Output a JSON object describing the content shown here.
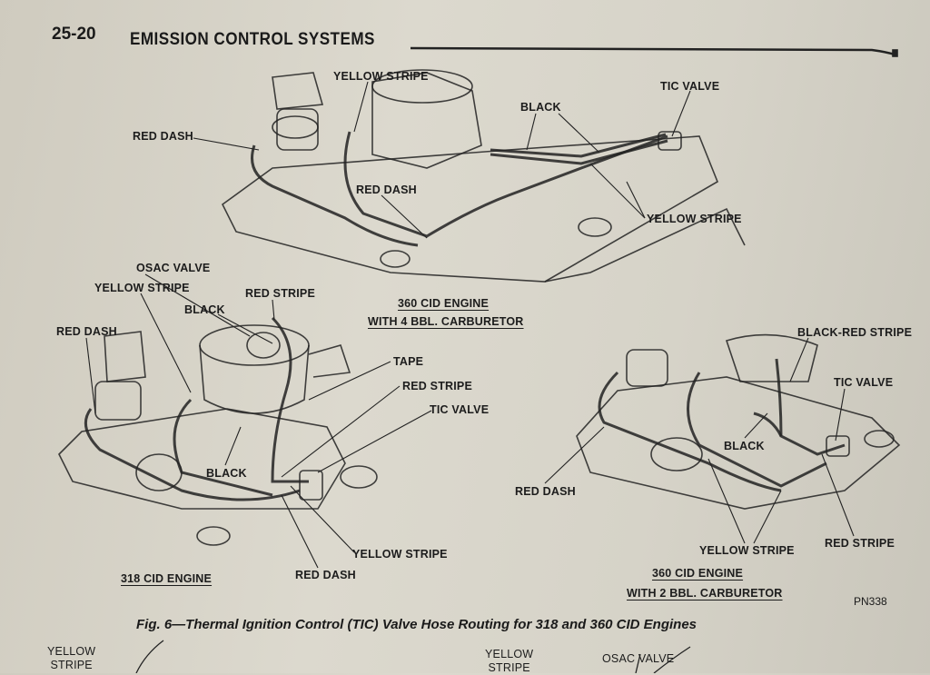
{
  "header": {
    "page_number": "25-20",
    "section_title": "EMISSION CONTROL SYSTEMS"
  },
  "figure_top": {
    "title_line1": "360 CID ENGINE",
    "title_line2": "WITH 4 BBL. CARBURETOR",
    "labels": {
      "yellow_stripe_1": "YELLOW STRIPE",
      "tic_valve": "TIC VALVE",
      "black": "BLACK",
      "red_dash_1": "RED DASH",
      "red_dash_2": "RED DASH",
      "yellow_stripe_2": "YELLOW STRIPE"
    }
  },
  "figure_left": {
    "title": "318 CID ENGINE",
    "labels": {
      "osac_valve": "OSAC VALVE",
      "yellow_stripe_1": "YELLOW STRIPE",
      "red_stripe_1": "RED STRIPE",
      "black_1": "BLACK",
      "red_dash_1": "RED DASH",
      "tape": "TAPE",
      "red_stripe_2": "RED STRIPE",
      "tic_valve": "TIC VALVE",
      "black_2": "BLACK",
      "yellow_stripe_2": "YELLOW STRIPE",
      "red_dash_2": "RED DASH"
    }
  },
  "figure_right": {
    "title_line1": "360 CID ENGINE",
    "title_line2": "WITH 2 BBL. CARBURETOR",
    "labels": {
      "black_red_stripe": "BLACK-RED STRIPE",
      "tic_valve": "TIC VALVE",
      "black": "BLACK",
      "red_dash": "RED DASH",
      "yellow_stripe": "YELLOW STRIPE",
      "red_stripe": "RED STRIPE"
    }
  },
  "part_number": "PN338",
  "caption": "Fig. 6—Thermal Ignition Control (TIC) Valve Hose Routing for 318 and 360 CID Engines",
  "next_figure": {
    "yellow_1a": "YELLOW",
    "yellow_1b": "STRIPE",
    "yellow_2a": "YELLOW",
    "yellow_2b": "STRIPE",
    "osac_valve": "OSAC VALVE"
  }
}
